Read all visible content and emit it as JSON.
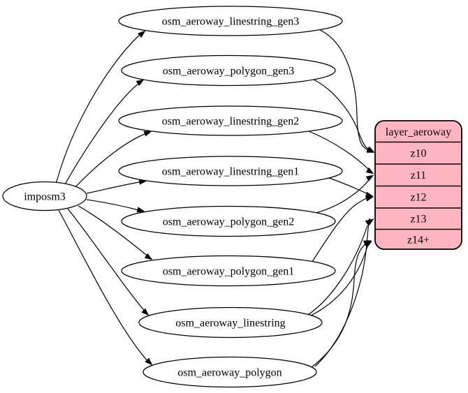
{
  "diagram": {
    "type": "etl-graph",
    "background_color": "#ffffff",
    "edge_color": "#000000",
    "source": {
      "label": "imposm3"
    },
    "tables": [
      "osm_aeroway_linestring_gen3",
      "osm_aeroway_polygon_gen3",
      "osm_aeroway_linestring_gen2",
      "osm_aeroway_linestring_gen1",
      "osm_aeroway_polygon_gen2",
      "osm_aeroway_polygon_gen1",
      "osm_aeroway_linestring",
      "osm_aeroway_polygon"
    ],
    "layer": {
      "title": "layer_aeroway",
      "fill": "#ffb6c1",
      "rows": [
        "z10",
        "z11",
        "z12",
        "z13",
        "z14+"
      ]
    },
    "edges": {
      "from_source_to": [
        "osm_aeroway_linestring_gen3",
        "osm_aeroway_polygon_gen3",
        "osm_aeroway_linestring_gen2",
        "osm_aeroway_linestring_gen1",
        "osm_aeroway_polygon_gen2",
        "osm_aeroway_polygon_gen1",
        "osm_aeroway_linestring",
        "osm_aeroway_polygon"
      ],
      "table_to_zoom": [
        {
          "from": "osm_aeroway_linestring_gen3",
          "to": "z10"
        },
        {
          "from": "osm_aeroway_polygon_gen3",
          "to": "z10"
        },
        {
          "from": "osm_aeroway_linestring_gen2",
          "to": "z11"
        },
        {
          "from": "osm_aeroway_polygon_gen2",
          "to": "z11"
        },
        {
          "from": "osm_aeroway_linestring_gen1",
          "to": "z12"
        },
        {
          "from": "osm_aeroway_polygon_gen1",
          "to": "z12"
        },
        {
          "from": "osm_aeroway_linestring",
          "to": "z13"
        },
        {
          "from": "osm_aeroway_polygon",
          "to": "z13"
        },
        {
          "from": "osm_aeroway_linestring",
          "to": "z14+"
        },
        {
          "from": "osm_aeroway_polygon",
          "to": "z14+"
        }
      ]
    }
  }
}
